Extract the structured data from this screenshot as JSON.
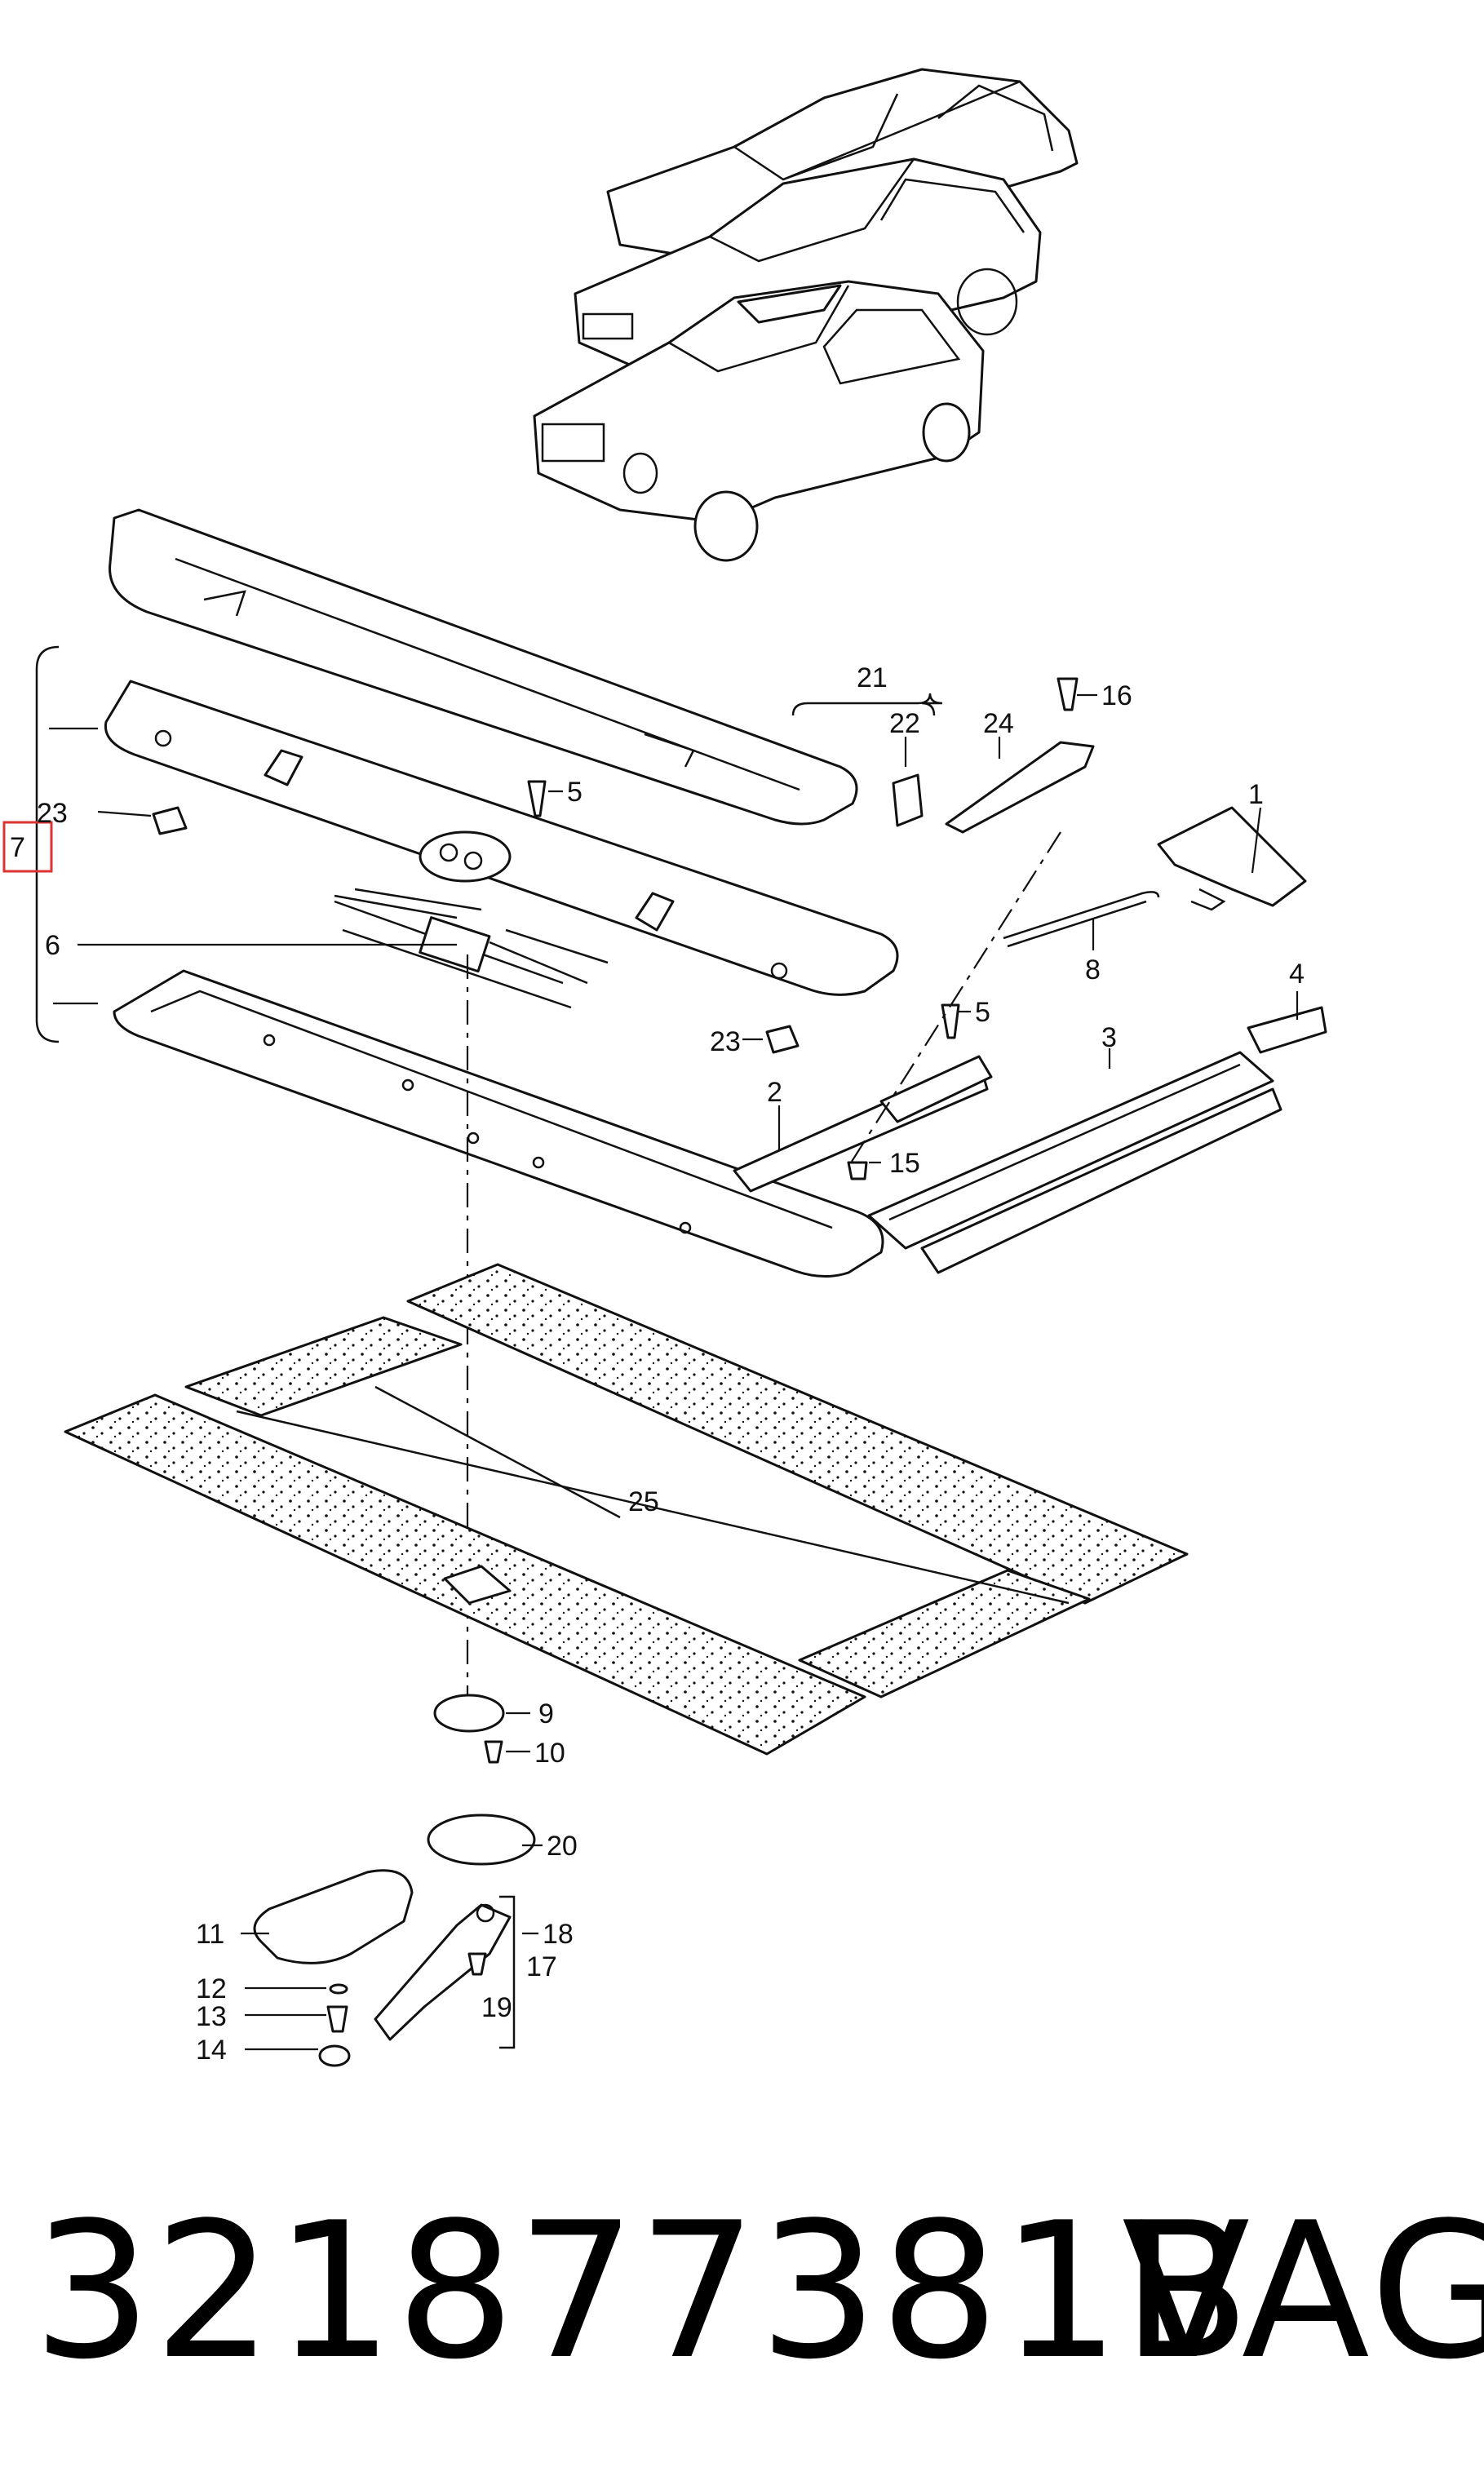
{
  "diagram": {
    "callouts": [
      "1",
      "2",
      "3",
      "4",
      "5",
      "5",
      "6",
      "7",
      "8",
      "9",
      "10",
      "11",
      "12",
      "13",
      "14",
      "15",
      "16",
      "17",
      "18",
      "19",
      "20",
      "21",
      "22",
      "23",
      "23",
      "24",
      "25"
    ],
    "highlighted_callout": "7"
  },
  "footer": {
    "part_number": "321877381B",
    "brand": "VAG"
  },
  "colors": {
    "line": "#111111",
    "highlight": "#dd3333",
    "background": "#ffffff"
  }
}
